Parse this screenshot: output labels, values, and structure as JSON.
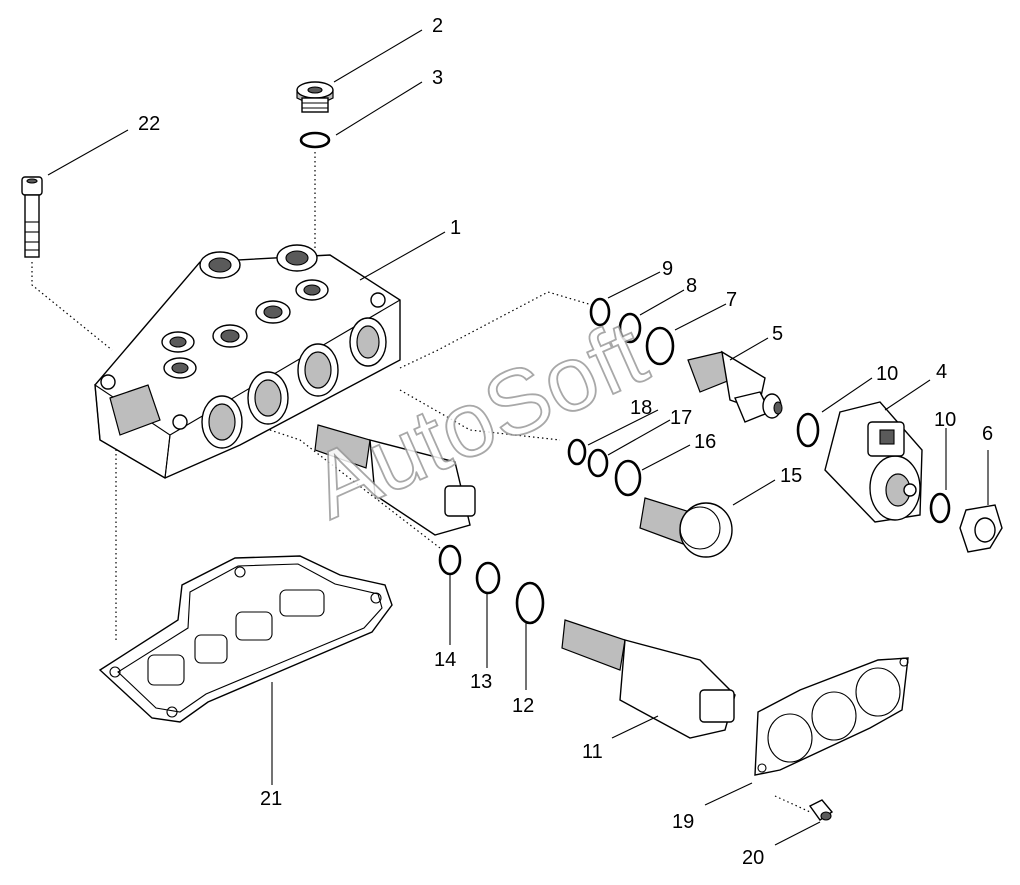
{
  "watermark": "AutoSoft",
  "callouts": [
    {
      "id": "1",
      "label": "1"
    },
    {
      "id": "2",
      "label": "2"
    },
    {
      "id": "3",
      "label": "3"
    },
    {
      "id": "4",
      "label": "4"
    },
    {
      "id": "5",
      "label": "5"
    },
    {
      "id": "6",
      "label": "6"
    },
    {
      "id": "7",
      "label": "7"
    },
    {
      "id": "8",
      "label": "8"
    },
    {
      "id": "9",
      "label": "9"
    },
    {
      "id": "10a",
      "label": "10"
    },
    {
      "id": "10b",
      "label": "10"
    },
    {
      "id": "11",
      "label": "11"
    },
    {
      "id": "12",
      "label": "12"
    },
    {
      "id": "13",
      "label": "13"
    },
    {
      "id": "14",
      "label": "14"
    },
    {
      "id": "15",
      "label": "15"
    },
    {
      "id": "16",
      "label": "16"
    },
    {
      "id": "17",
      "label": "17"
    },
    {
      "id": "18",
      "label": "18"
    },
    {
      "id": "19",
      "label": "19"
    },
    {
      "id": "20",
      "label": "20"
    },
    {
      "id": "21",
      "label": "21"
    },
    {
      "id": "22",
      "label": "22"
    }
  ]
}
